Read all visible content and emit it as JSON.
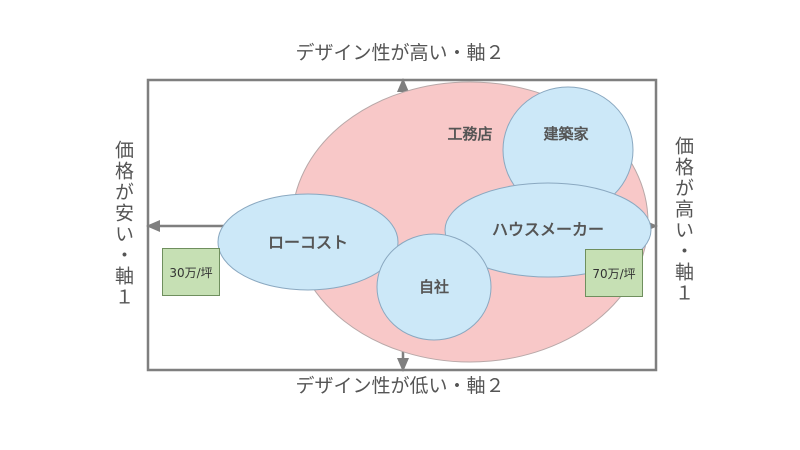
{
  "axes": {
    "top": "デザイン性が高い・軸２",
    "bottom": "デザイン性が低い・軸２",
    "left": "価格が安い・軸１",
    "right": "価格が高い・軸１"
  },
  "regions": {
    "koumuten": "工務店",
    "kenchikuka": "建築家",
    "lowcost": "ローコスト",
    "housemaker": "ハウスメーカー",
    "jisha": "自社"
  },
  "price_tags": {
    "low": "30万/坪",
    "high": "70万/坪"
  },
  "colors": {
    "pink": "#f8c8c8",
    "blue": "#cce8f8",
    "green": "#c6e0b4",
    "frame": "#7f7f7f",
    "text": "#555555"
  }
}
